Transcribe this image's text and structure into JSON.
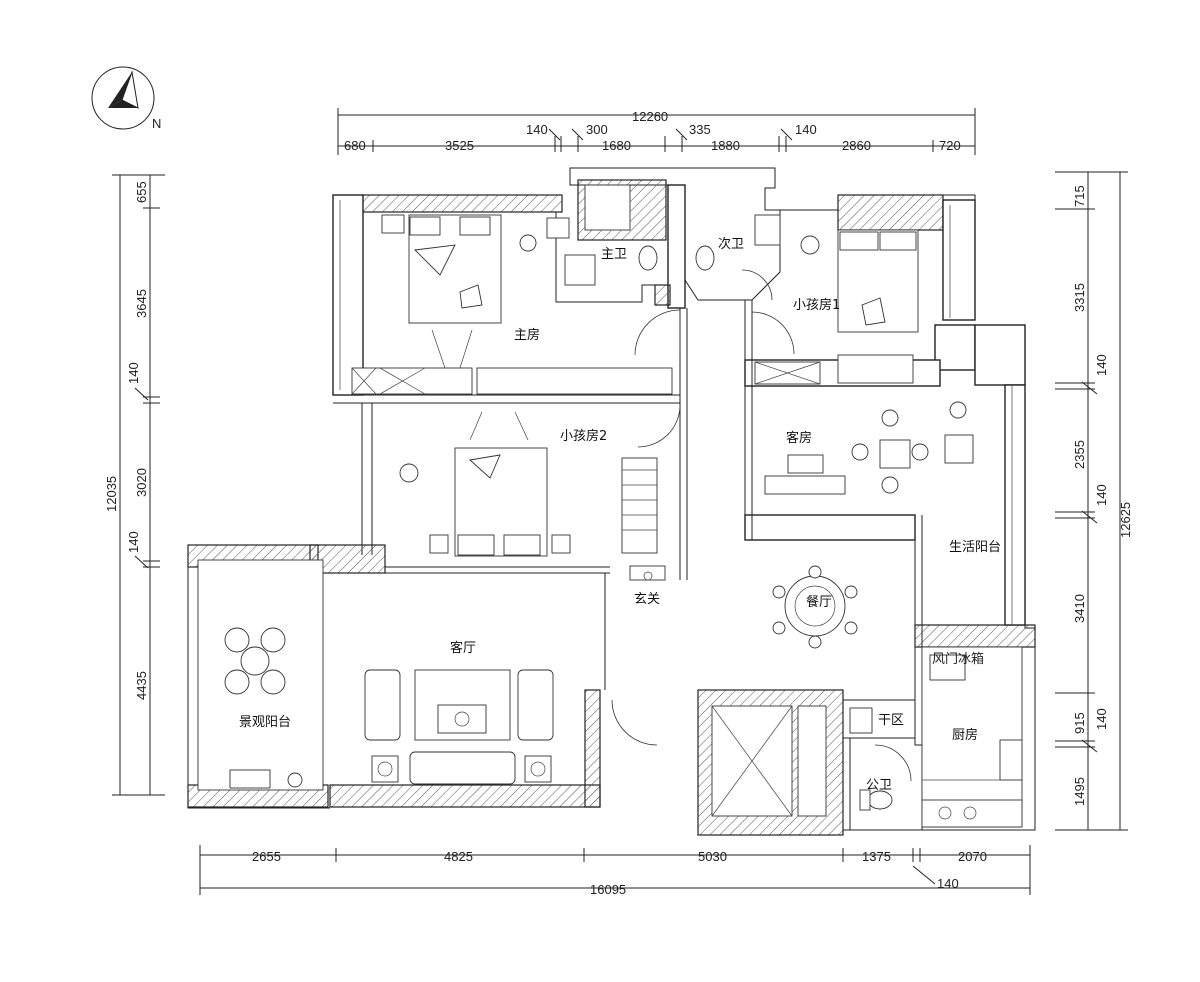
{
  "compass": {
    "north_label": "N",
    "icon": "north-arrow-icon"
  },
  "dimensions": {
    "top_total": "12260",
    "top_small": [
      "140",
      "300",
      "335",
      "140"
    ],
    "top_segments": [
      "680",
      "3525",
      "1680",
      "1880",
      "2860",
      "720"
    ],
    "left_segments": [
      "655",
      "3645",
      "140",
      "3020",
      "140",
      "4435"
    ],
    "left_total": "12035",
    "right_segments": [
      "715",
      "3315",
      "140",
      "2355",
      "140",
      "3410",
      "915",
      "140",
      "1495"
    ],
    "right_total": "12625",
    "bottom_segments": [
      "2655",
      "4825",
      "5030",
      "1375",
      "2070"
    ],
    "bottom_small": "140",
    "bottom_total": "16095"
  },
  "rooms": {
    "master_bath": "主卫",
    "second_bath": "次卫",
    "master_bedroom": "主房",
    "kids_room_1": "小孩房1",
    "kids_room_2": "小孩房2",
    "guest_room": "客房",
    "utility_balcony": "生活阳台",
    "dining": "餐厅",
    "entrance": "玄关",
    "living_room": "客厅",
    "view_balcony": "景观阳台",
    "dry_area": "干区",
    "kitchen": "厨房",
    "public_bath": "公卫"
  },
  "fixtures": {
    "fridge_label": "风门冰箱"
  },
  "colors": {
    "line": "#222222",
    "background": "#ffffff"
  }
}
